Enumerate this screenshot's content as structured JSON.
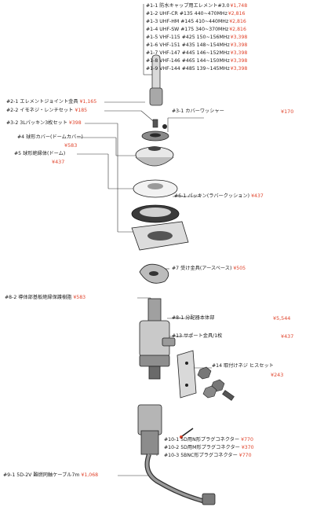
{
  "top_parts": [
    {
      "label": "#1-1 防水キャップ用エレメント#3.0",
      "price": "¥1,748"
    },
    {
      "label": "#1-2 UHF-CR #135 440~470MHz",
      "price": "¥2,816"
    },
    {
      "label": "#1-3 UHF-HM #145 410~440MHz",
      "price": "¥2,816"
    },
    {
      "label": "#1-4 UHF-SW #175 340~370MHz",
      "price": "¥2,816"
    },
    {
      "label": "#1-5 VHF-115 #425 150~156MHz",
      "price": "¥3,398"
    },
    {
      "label": "#1-6 VHF-151 #435 148~154MHz",
      "price": "¥3,398"
    },
    {
      "label": "#1-7 VHF-147 #445 146~152MHz",
      "price": "¥3,398"
    },
    {
      "label": "#1-8 VHF-146 #465 144~150MHz",
      "price": "¥3,398"
    },
    {
      "label": "#1-9 VHF-144 #485 139~145MHz",
      "price": "¥3,398"
    }
  ],
  "left_parts": {
    "p21": {
      "label": "#2-1 エレメントジョイント金具",
      "price": "¥1,165"
    },
    "p22": {
      "label": "#2-2 イモネジ・レンチセット",
      "price": "¥185"
    },
    "p32": {
      "label": "#3-2 3Lパッキン3枚セット",
      "price": "¥398"
    },
    "p4": {
      "label": "#4 球形カバー(ドームカバー)",
      "price": "¥583"
    },
    "p5": {
      "label": "#5 球形絶縁体(ドーム)",
      "price": "¥437"
    },
    "p82": {
      "label": "#8-2 導体部基板絶縁保護樹脂",
      "price": "¥583"
    },
    "p91": {
      "label": "#9-1 5D-2V 難燃同軸ケーブル7m",
      "price": "¥1,068"
    }
  },
  "right_parts": {
    "p31": {
      "label": "#3-1 カバーワッシャー",
      "price": "¥170"
    },
    "p61": {
      "label": "#6-1 パッキン(ラバークッション)",
      "price": "¥437"
    },
    "p7": {
      "label": "#7 受け金具(アースベース)",
      "price": "¥505"
    },
    "p81": {
      "label": "#8-1 分配器本体部",
      "price": "¥5,544"
    },
    "p13": {
      "label": "#13 サポート金具/1枚",
      "price": "¥437"
    },
    "p14": {
      "label": "#14 取付けネジ ヒスセット",
      "price": "¥243"
    },
    "p101": {
      "label": "#10-1 5D用N形プラグコネクター",
      "price": "¥770"
    },
    "p102": {
      "label": "#10-2 5D用M形プラグコネクター",
      "price": "¥370"
    },
    "p103": {
      "label": "#10-3 5BNC形プラグコネクター",
      "price": "¥770"
    }
  },
  "colors": {
    "price": "#e0432b",
    "line": "#333333",
    "part_dark": "#2b2b2b",
    "part_mid": "#8a8a8a",
    "part_light": "#d9d9d9"
  }
}
